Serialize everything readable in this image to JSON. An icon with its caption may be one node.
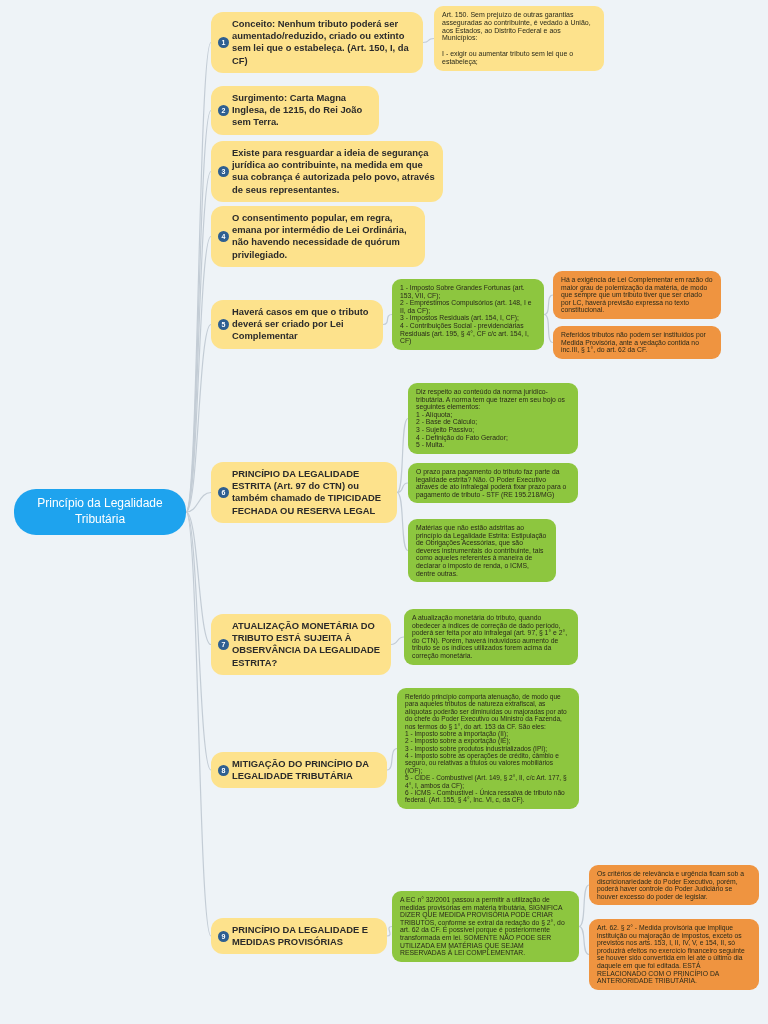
{
  "diagram": {
    "nodes": [
      {
        "text": [
          "Princípio da Legalidade Tributária"
        ]
      },
      {
        "text": [
          "1",
          "Conceito: Nenhum tributo poderá ser aumentado/reduzido, criado ou extinto sem lei que o estabeleça. (Art. 150, I, da CF)"
        ]
      },
      {
        "text": [
          "Art. 150. Sem prejuízo de outras garantias asseguradas ao contribuinte, é vedado à União, aos Estados, ao Distrito Federal e aos Municípios:",
          "I - exigir ou aumentar tributo sem lei que o estabeleça;"
        ]
      },
      {
        "text": [
          "2",
          "Surgimento: Carta Magna Inglesa, de 1215, do Rei João sem Terra."
        ]
      },
      {
        "text": [
          "3",
          "Existe para resguardar a ideia de segurança jurídica ao contribuinte, na medida em que sua cobrança é autorizada pelo povo, através de seus representantes."
        ]
      },
      {
        "text": [
          "4",
          "O consentimento popular, em regra, emana por intermédio de Lei Ordinária, não havendo necessidade de quórum privilegiado."
        ]
      },
      {
        "text": [
          "5",
          "Haverá casos em que o tributo deverá ser criado por Lei Complementar"
        ]
      },
      {
        "text": [
          "1 - Imposto Sobre Grandes Fortunas (art. 153, VII, CF);",
          "2 - Empréstimos Compulsórios (art. 148, I e II, da CF);",
          "3 - Impostos Residuais (art. 154, I, CF);",
          "4 - Contribuições Social - previdenciárias Residuais (art. 195, § 4°, CF c/c art. 154, I, CF)"
        ]
      },
      {
        "text": [
          "Há a exigência de Lei Complementar em razão do maior grau de polemização da matéria, de modo que sempre que um tributo tiver que ser criado por LC, haverá previsão expressa no texto constitucional."
        ]
      },
      {
        "text": [
          "Referidos tributos não podem ser instituídos por Medida Provisória, ante a vedação contida no inc.III, § 1°, do art. 62 da CF."
        ]
      },
      {
        "text": [
          "6",
          "PRINCÍPIO DA LEGALIDADE ESTRITA (Art. 97 do CTN) ou também chamado de TIPICIDADE FECHADA OU RESERVA LEGAL"
        ]
      },
      {
        "text": [
          "Diz respeito ao conteúdo da norma jurídico-tributária. A norma tem que trazer em seu bojo os seguintes elementos:",
          "1 - Alíquota;",
          "2 - Base de Cálculo;",
          "3 - Sujeito Passivo;",
          "4 - Definição do Fato Gerador;",
          "5 - Multa."
        ]
      },
      {
        "text": [
          "O prazo para pagamento do tributo faz parte da legalidade estrita? Não. O Poder Executivo através de ato infralegal poderá fixar prazo para o pagamento de tributo - STF (RE 195.218/MG)"
        ]
      },
      {
        "text": [
          "Matérias que não estão adstritas ao princípio da Legalidade Estrita: Estipulação de Obrigações Acessórias, que são deveres instrumentais do contribuinte, tais como aqueles referentes à maneira de declarar o imposto de renda, o ICMS, dentre outras."
        ]
      },
      {
        "text": [
          "7",
          "ATUALIZAÇÃO MONETÁRIA DO TRIBUTO ESTÁ SUJEITA À OBSERVÂNCIA DA LEGALIDADE ESTRITA?"
        ]
      },
      {
        "text": [
          "A atualização monetária do tributo, quando obedecer a índices de correção de dado período, poderá ser feita por ato infralegal (art. 97, § 1° e 2°, do CTN). Porém, haverá induvidoso aumento de tributo se os índices utilizados forem acima da correção monetária."
        ]
      },
      {
        "text": [
          "8",
          "MITIGAÇÃO DO PRINCÍPIO DA LEGALIDADE TRIBUTÁRIA"
        ]
      },
      {
        "text": [
          "Referido princípio comporta atenuação, de modo que para aqueles tributos de natureza extrafiscal, as alíquotas poderão ser diminuídas ou majoradas por ato do chefe do Poder Executivo ou Ministro da Fazenda, nos termos do § 1°, do art. 153 da CF. São eles:",
          "1 - Imposto sobre a importação (II);",
          "2 - Imposto sobre a exportação (IE);",
          "3 - Imposto sobre produtos industrializados (IPI);",
          "4 - Imposto sobre as operações de crédito, câmbio e seguro, ou relativas a títulos ou valores mobiliários (IOF);",
          "5 - CIDE - Combustível (Art. 149, § 2°, II, c/c Art. 177, § 4°, I, ambos da CF);",
          "6 - ICMS - Combustível - Única ressalva de tributo não federal. (Art. 155, § 4°, Inc. VI, c, da CF)."
        ]
      },
      {
        "text": [
          "9",
          "PRINCÍPIO DA LEGALIDADE E MEDIDAS PROVISÓRIAS"
        ]
      },
      {
        "text": [
          "A EC n° 32/2001 passou a permitir a utilização de medidas provisórias em matéria tributária, SIGNIFICA DIZER QUE MEDIDA PROVISÓRIA PODE CRIAR TRIBUTOS, conforme se extrai da redação do § 2°, do art. 62 da CF. É possível porque é posteriormente transformada em lei. SOMENTE NÃO PODE SER UTILIZADA EM MATÉRIAS QUE SEJAM RESERVADAS À LEI COMPLEMENTAR."
        ]
      },
      {
        "text": [
          "Os critérios de relevância e urgência ficam sob a discricionariedade do Poder Executivo, porém, poderá haver controle do Poder Judiciário se houver excesso do poder de legislar."
        ]
      },
      {
        "text": [
          "Art. 62. § 2° - Medida provisória que implique instituição ou majoração de impostos, exceto os previstos nos arts. 153, I, II, IV, V, e 154, II, só produzirá efeitos no exercício financeiro seguinte se houver sido convertida em lei até o último dia daquele em que foi editada. ESTÁ RELACIONADO COM O PRINCÍPIO DA ANTERIORIDADE TRIBUTÁRIA."
        ]
      }
    ],
    "edges": [
      {
        "from": 0,
        "to": 1,
        "arrow": "none"
      },
      {
        "from": 1,
        "to": 2,
        "arrow": "none"
      },
      {
        "from": 0,
        "to": 3,
        "arrow": "none"
      },
      {
        "from": 0,
        "to": 4,
        "arrow": "none"
      },
      {
        "from": 0,
        "to": 5,
        "arrow": "none"
      },
      {
        "from": 0,
        "to": 6,
        "arrow": "none"
      },
      {
        "from": 6,
        "to": 7,
        "arrow": "none"
      },
      {
        "from": 7,
        "to": 8,
        "arrow": "none"
      },
      {
        "from": 7,
        "to": 9,
        "arrow": "none"
      },
      {
        "from": 0,
        "to": 10,
        "arrow": "none"
      },
      {
        "from": 10,
        "to": 11,
        "arrow": "none"
      },
      {
        "from": 10,
        "to": 12,
        "arrow": "none"
      },
      {
        "from": 10,
        "to": 13,
        "arrow": "none"
      },
      {
        "from": 0,
        "to": 14,
        "arrow": "none"
      },
      {
        "from": 14,
        "to": 15,
        "arrow": "none"
      },
      {
        "from": 0,
        "to": 16,
        "arrow": "none"
      },
      {
        "from": 16,
        "to": 17,
        "arrow": "none"
      },
      {
        "from": 0,
        "to": 18,
        "arrow": "none"
      },
      {
        "from": 18,
        "to": 19,
        "arrow": "none"
      },
      {
        "from": 19,
        "to": 20,
        "arrow": "none"
      },
      {
        "from": 19,
        "to": 21,
        "arrow": "none"
      }
    ]
  }
}
